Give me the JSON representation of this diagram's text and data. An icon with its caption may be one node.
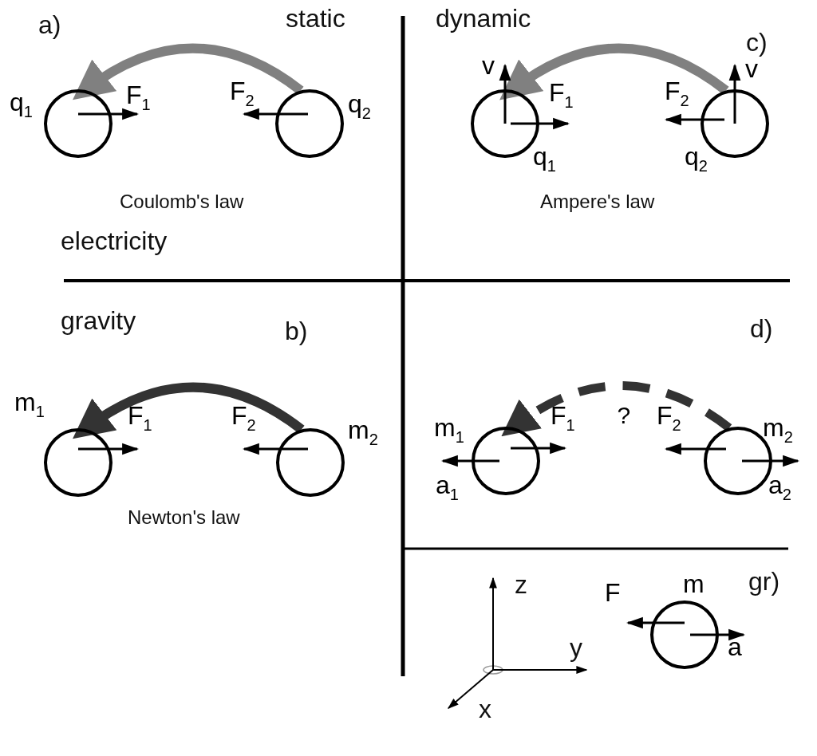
{
  "diagram": {
    "nodes": [
      {
        "text": [],
        "shape": "circle",
        "beside": [
          "q$_{1}$",
          "F$_{1}$"
        ]
      },
      {
        "text": [],
        "shape": "circle",
        "beside": [
          "F$_{2}$",
          "q$_{2}$"
        ]
      },
      {
        "text": [],
        "shape": "circle",
        "beside": [
          "v",
          "F$_{1}$",
          "q$_{1}$"
        ]
      },
      {
        "text": [],
        "shape": "circle",
        "beside": [
          "F$_{2}$",
          "v",
          "q$_{2}$"
        ]
      },
      {
        "text": [],
        "shape": "circle",
        "beside": [
          "m$_{1}$",
          "F$_{1}$"
        ]
      },
      {
        "text": [],
        "shape": "circle",
        "beside": [
          "F$_{2}$",
          "m$_{2}$"
        ]
      },
      {
        "text": [],
        "shape": "circle",
        "beside": [
          "m$_{1}$",
          "F$_{1}$",
          "a$_{1}$"
        ]
      },
      {
        "text": [],
        "shape": "circle",
        "beside": [
          "F$_{2}$",
          "m$_{2}$",
          "a$_{2}$"
        ]
      },
      {
        "text": [],
        "shape": "circle",
        "beside": [
          "F",
          "m",
          "a"
        ]
      }
    ],
    "edges": [
      {
        "from": 1,
        "to": 0,
        "arrow": "to",
        "color": "#808080"
      },
      {
        "from": 3,
        "to": 2,
        "arrow": "to",
        "color": "#808080"
      },
      {
        "from": 5,
        "to": 4,
        "arrow": "to"
      },
      {
        "from": 7,
        "to": 6,
        "arrow": "to",
        "style": "dashed",
        "label": "?"
      }
    ],
    "labels": [
      "a)",
      "static",
      "dynamic",
      "c)",
      "Coulomb's law",
      "Ampere's law",
      "electricity",
      "gravity",
      "b)",
      "d)",
      "Newton's law",
      "z",
      "gr)",
      "y",
      "x"
    ]
  }
}
